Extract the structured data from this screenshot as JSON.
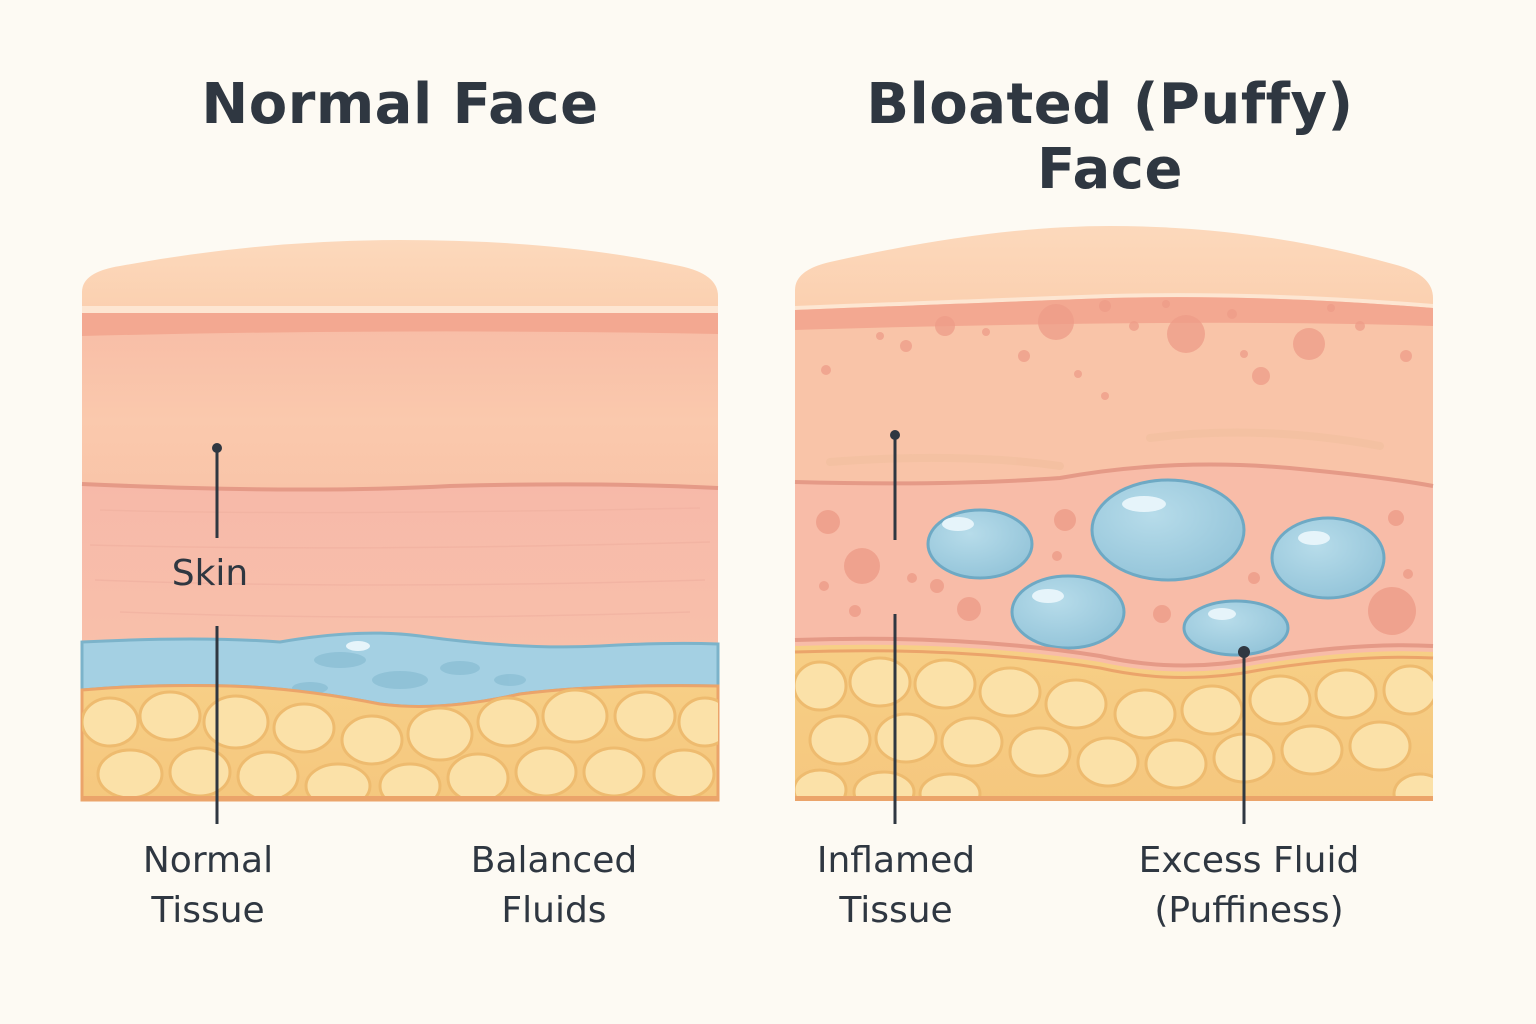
{
  "left_panel": {
    "title": "Normal Face",
    "labels": {
      "skin": "Skin",
      "normal_tissue": [
        "Normal",
        "Tissue"
      ],
      "balanced_fluids": [
        "Balanced",
        "Fluids"
      ]
    }
  },
  "right_panel": {
    "title": "Bloated (Puffy) Face",
    "labels": {
      "inflamed_tissue": [
        "Inflamed",
        "Tissue"
      ],
      "excess_fluid": [
        "Excess Fluid",
        "(Puffiness)"
      ]
    }
  },
  "colors": {
    "background": "#fdfaf3",
    "epidermis": "#fbd3b2",
    "dermis": "#f8bca4",
    "dermis_deep": "#f6b0a2",
    "fluid": "#9fcde0",
    "fat": "#f8d48c",
    "text": "#2f3741"
  }
}
